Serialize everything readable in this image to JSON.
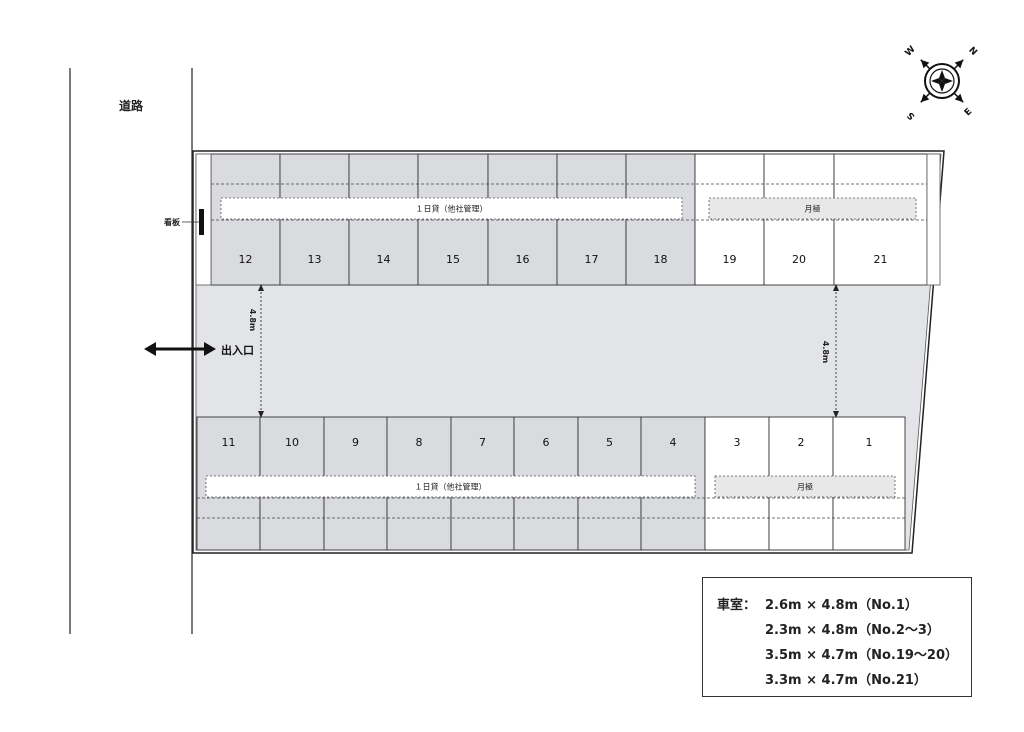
{
  "road_label": "道路",
  "sign_label": "看板",
  "entrance_label": "出入口",
  "top_row": {
    "band_label_daily": "１日貸（他社管理）",
    "band_label_monthly": "月極",
    "spaces": [
      {
        "number": "12",
        "type": "daily"
      },
      {
        "number": "13",
        "type": "daily"
      },
      {
        "number": "14",
        "type": "daily"
      },
      {
        "number": "15",
        "type": "daily"
      },
      {
        "number": "16",
        "type": "daily"
      },
      {
        "number": "17",
        "type": "daily"
      },
      {
        "number": "18",
        "type": "daily"
      },
      {
        "number": "19",
        "type": "monthly"
      },
      {
        "number": "20",
        "type": "monthly"
      },
      {
        "number": "21",
        "type": "monthly"
      }
    ]
  },
  "bottom_row": {
    "band_label_daily": "１日貸（他社管理）",
    "band_label_monthly": "月極",
    "spaces": [
      {
        "number": "11",
        "type": "daily"
      },
      {
        "number": "10",
        "type": "daily"
      },
      {
        "number": "9",
        "type": "daily"
      },
      {
        "number": "8",
        "type": "daily"
      },
      {
        "number": "7",
        "type": "daily"
      },
      {
        "number": "6",
        "type": "daily"
      },
      {
        "number": "5",
        "type": "daily"
      },
      {
        "number": "4",
        "type": "daily"
      },
      {
        "number": "3",
        "type": "monthly"
      },
      {
        "number": "2",
        "type": "monthly"
      },
      {
        "number": "1",
        "type": "monthly"
      }
    ]
  },
  "aisle_width_left": "4.8m",
  "aisle_width_right": "4.8m",
  "compass": {
    "N": "N",
    "E": "E",
    "S": "S",
    "W": "W"
  },
  "spec": {
    "title": "車室：",
    "lines": [
      "2.6m × 4.8m（No.1）",
      "2.3m × 4.8m（No.2～3）",
      "3.5m × 4.7m（No.19～20）",
      "3.3m × 4.7m（No.21）"
    ]
  },
  "colors": {
    "daily_fill": "#d9dbde",
    "monthly_fill": "#ffffff",
    "lot_fill": "#e2e4e7",
    "band_fill": "#e8e8e8"
  }
}
